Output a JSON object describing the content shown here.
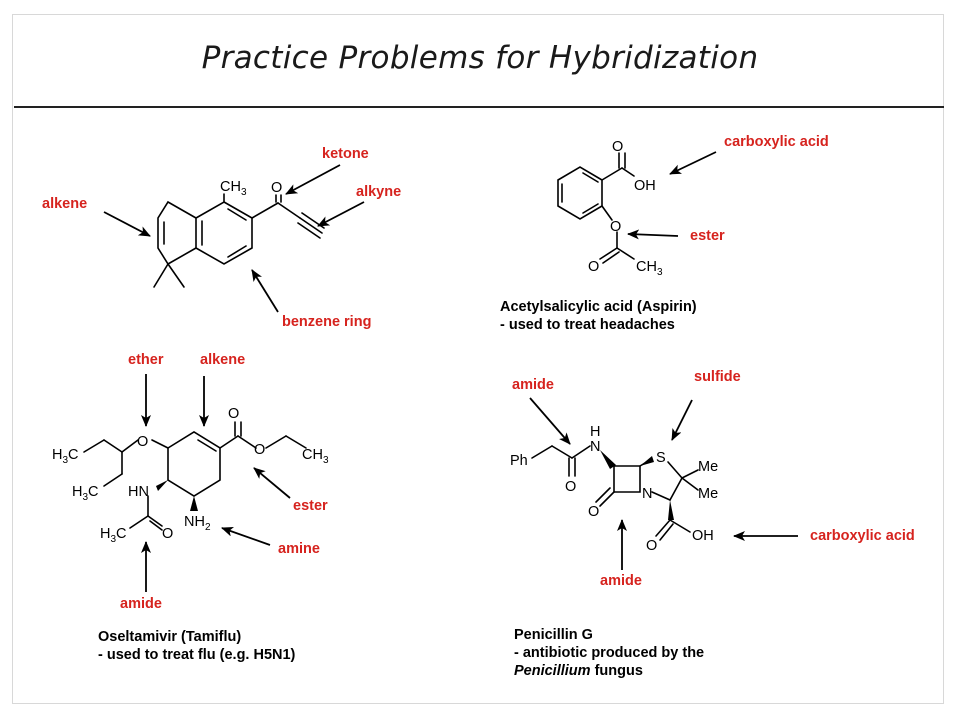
{
  "slide": {
    "title": "Practice Problems for Hybridization"
  },
  "labels": {
    "ketone": "ketone",
    "alkene_top": "alkene",
    "alkyne": "alkyne",
    "benzene_ring": "benzene ring",
    "carboxylic_acid_top": "carboxylic acid",
    "ester_top": "ester",
    "ether": "ether",
    "alkene_mid": "alkene",
    "ester_mid": "ester",
    "amine": "amine",
    "amide_left": "amide",
    "amide_pen_top": "amide",
    "sulfide": "sulfide",
    "carboxylic_acid_pen": "carboxylic acid",
    "amide_pen_bottom": "amide"
  },
  "atoms": {
    "ch3": "CH",
    "three": "3",
    "h3c": "H",
    "h3c_tail": "C",
    "o": "O",
    "oh": "OH",
    "hn": "HN",
    "nh2": "NH",
    "two": "2",
    "h": "H",
    "n": "N",
    "s": "S",
    "me": "Me",
    "ph": "Ph"
  },
  "captions": {
    "aspirin": {
      "line1": "Acetylsalicylic acid (Aspirin)",
      "line2": "- used to treat headaches"
    },
    "tamiflu": {
      "line1": "Oseltamivir (Tamiflu)",
      "line2": "- used to treat flu (e.g. H5N1)"
    },
    "penicillin": {
      "line1": "Penicillin G",
      "line2": "- antibiotic produced by the",
      "line3_italic": "Penicillium",
      "line3_rest": " fungus"
    }
  },
  "colors": {
    "label_red": "#d6231e",
    "ink": "#000000",
    "rule": "#222222"
  }
}
